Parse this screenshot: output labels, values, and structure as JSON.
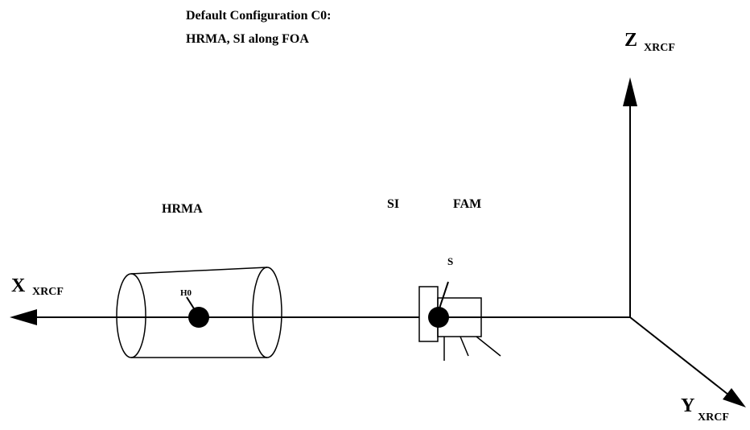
{
  "title": {
    "line1": "Default Configuration C0:",
    "line2": "HRMA, SI along FOA"
  },
  "axes": {
    "x": {
      "label": "X",
      "subscript": "XRCF"
    },
    "y": {
      "label": "Y",
      "subscript": "XRCF"
    },
    "z": {
      "label": "Z",
      "subscript": "XRCF"
    }
  },
  "components": {
    "hrma_label": "HRMA",
    "hrma_point": "H0",
    "si_label": "SI",
    "fam_label": "FAM",
    "s_point": "S"
  },
  "colors": {
    "ink": "#000000",
    "background": "#ffffff"
  }
}
